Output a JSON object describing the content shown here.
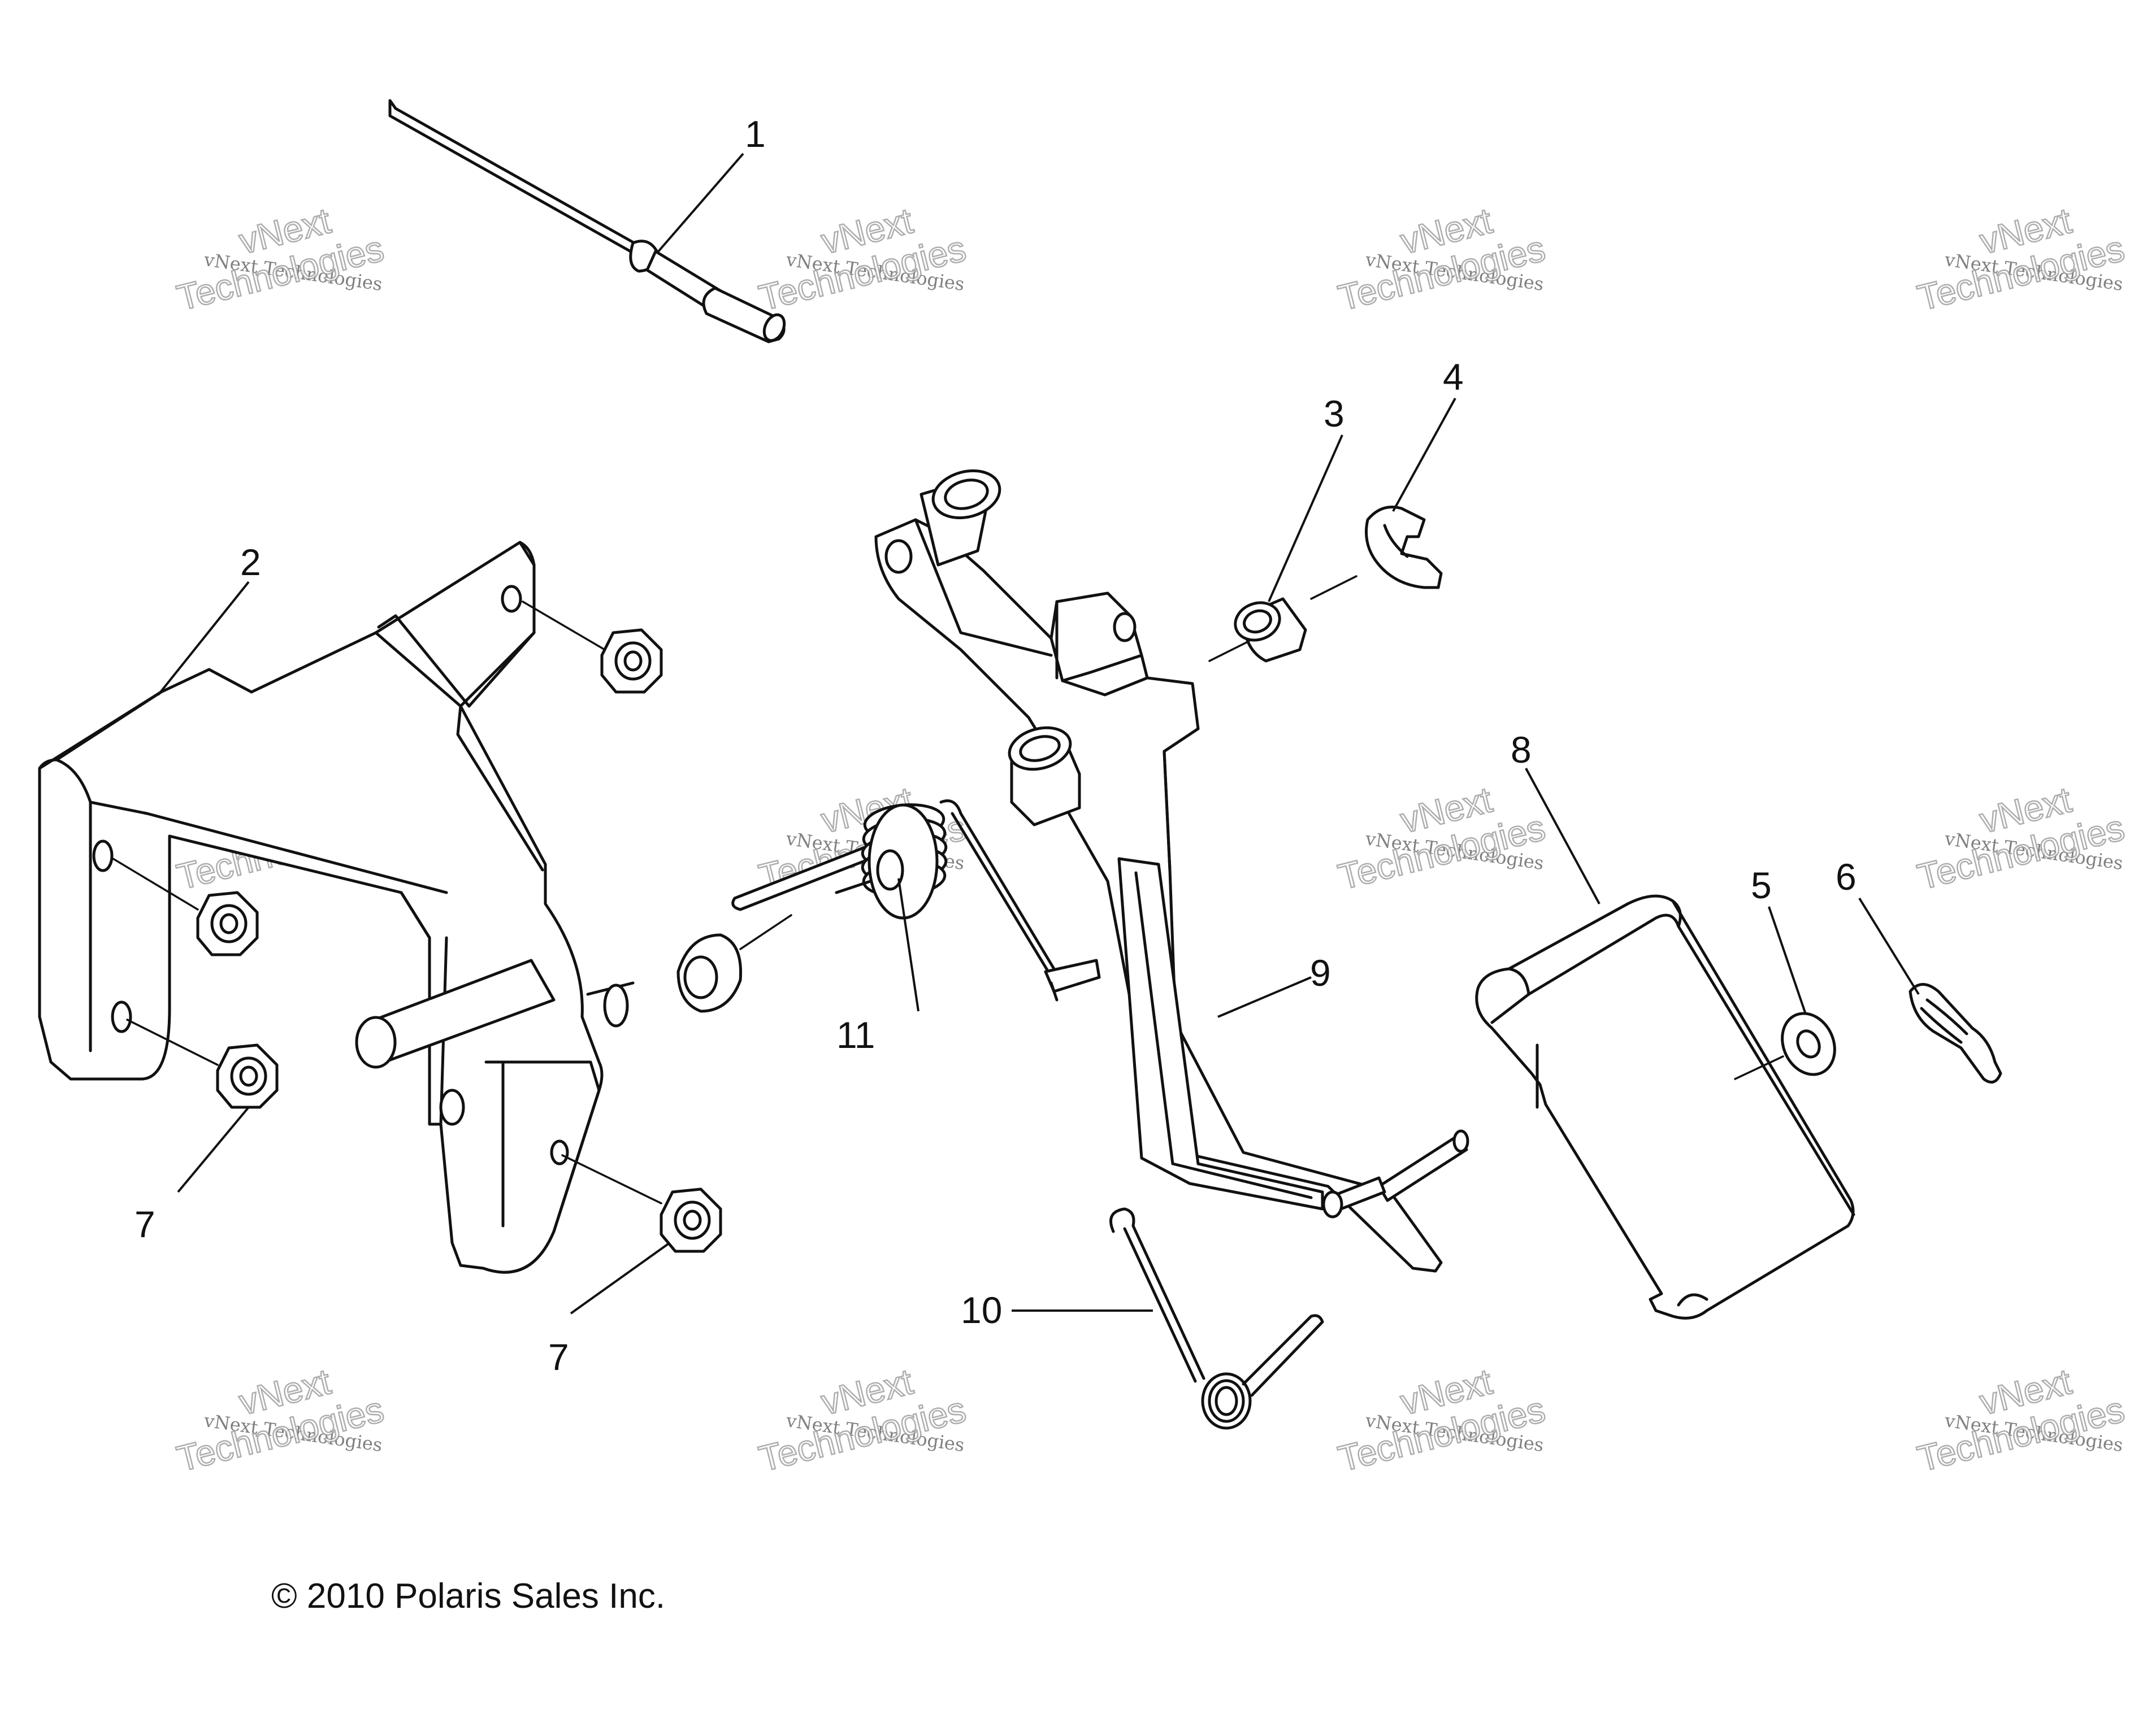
{
  "callouts": [
    "1",
    "2",
    "3",
    "4",
    "5",
    "6",
    "7",
    "7",
    "8",
    "9",
    "10",
    "11"
  ],
  "watermark": {
    "line1": "vNext",
    "line2": "vNext Technologies",
    "line3": "Technologies"
  },
  "copyright": "© 2010 Polaris Sales Inc."
}
